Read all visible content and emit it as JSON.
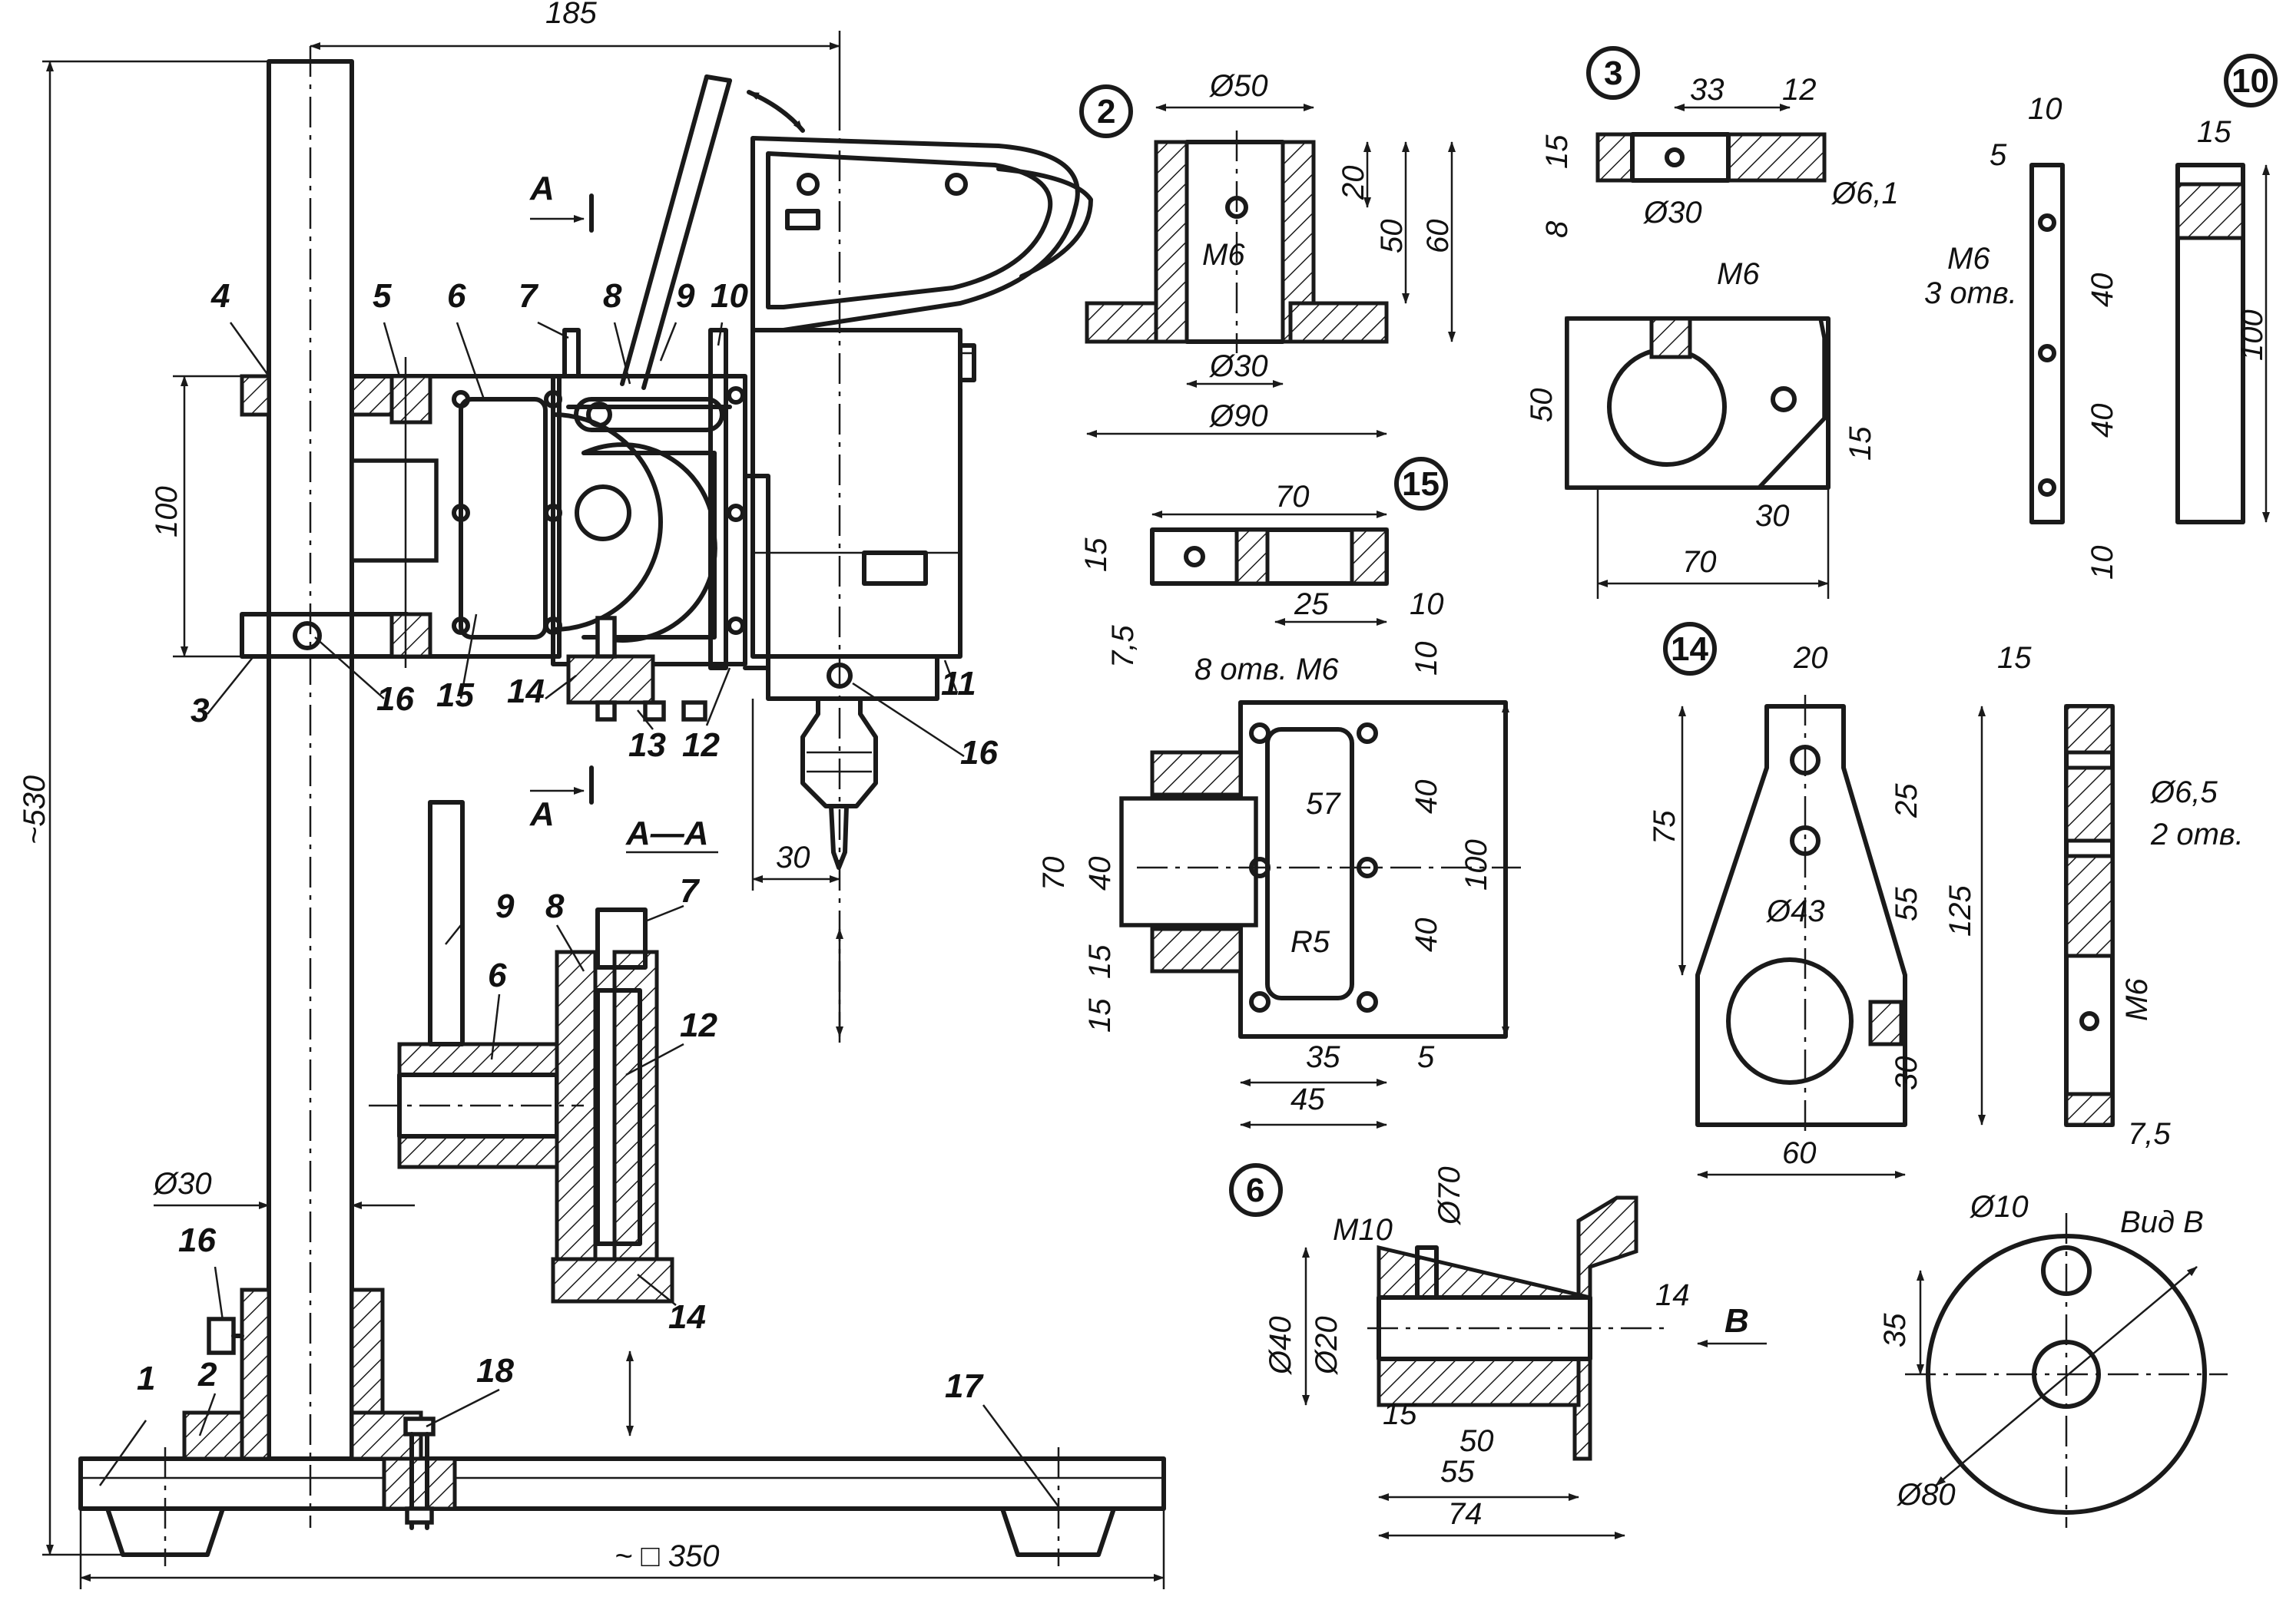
{
  "main_view": {
    "overall_height": "~530",
    "width_185": "185",
    "height_100": "100",
    "base_size": "~ □ 350",
    "column_dia": "Ø30",
    "offset_30": "30",
    "section_mark": "A",
    "section_mark_b": "A",
    "part_labels": [
      "1",
      "2",
      "3",
      "4",
      "5",
      "6",
      "7",
      "8",
      "9",
      "10",
      "11",
      "12",
      "13",
      "14",
      "15",
      "16",
      "16",
      "16",
      "17",
      "18"
    ]
  },
  "section_aa": {
    "title": "A—A",
    "labels": [
      "9",
      "8",
      "7",
      "6",
      "12",
      "14"
    ]
  },
  "part2": {
    "num": "2",
    "dia50": "Ø50",
    "d20": "20",
    "d50": "50",
    "d60": "60",
    "m6": "M6",
    "dia30": "Ø30",
    "dia90": "Ø90"
  },
  "part3": {
    "num": "3",
    "d33": "33",
    "d12": "12",
    "d15": "15",
    "d8": "8",
    "dia30": "Ø30",
    "dia61": "Ø6,1",
    "m6": "M6",
    "d50": "50",
    "d15b": "15",
    "d30": "30",
    "d70": "70"
  },
  "part10": {
    "num": "10",
    "d10": "10",
    "d5": "5",
    "d15": "15",
    "m6": "M6",
    "holes": "3 отв.",
    "d40a": "40",
    "d40b": "40",
    "d100": "100",
    "d10b": "10"
  },
  "part15": {
    "num": "15",
    "d70": "70",
    "d15": "15",
    "d7_5": "7,5",
    "d25": "25",
    "d10": "10",
    "holes": "8 отв. M6",
    "d10b": "10",
    "d57": "57",
    "d40a": "40",
    "d40b": "40",
    "d100": "100",
    "d70b": "70",
    "d40c": "40",
    "d15b": "15",
    "d15c": "15",
    "r5": "R5",
    "d35": "35",
    "d5": "5",
    "d45": "45"
  },
  "part14": {
    "num": "14",
    "d20": "20",
    "d15": "15",
    "d75": "75",
    "d25": "25",
    "dia6_5": "Ø6,5",
    "holes": "2 отв.",
    "d55": "55",
    "d125": "125",
    "dia43": "Ø43",
    "m6": "M6",
    "d30": "30",
    "d60": "60",
    "d7_5": "7,5"
  },
  "part6": {
    "num": "6",
    "m10": "M10",
    "dia70": "Ø70",
    "d14": "14",
    "view_b": "B",
    "dia40": "Ø40",
    "dia20": "Ø20",
    "d15": "15",
    "d50": "50",
    "d55": "55",
    "d74": "74"
  },
  "view_b": {
    "title": "Вид B",
    "dia10": "Ø10",
    "d35": "35",
    "dia80": "Ø80"
  }
}
